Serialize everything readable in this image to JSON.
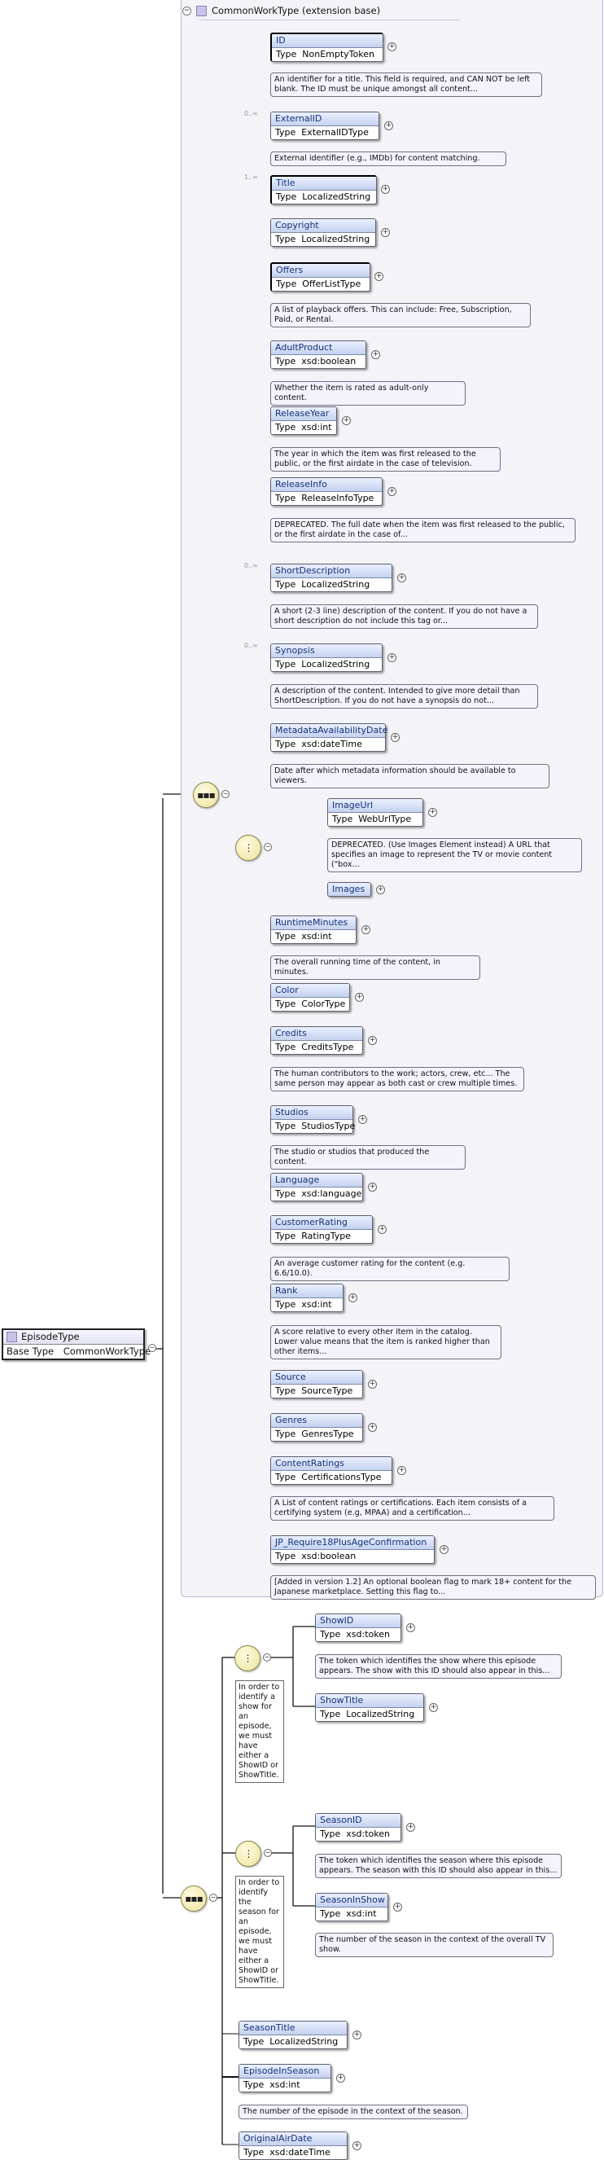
{
  "root": {
    "name": "EpisodeType",
    "base_label": "Base Type",
    "base_type": "CommonWorkType"
  },
  "group": {
    "title": "CommonWorkType (extension base)"
  },
  "labels": {
    "type": "Type"
  },
  "icons": {
    "root": "complex-type-icon",
    "group": "complex-type-icon",
    "sequence": "sequence-connector-icon",
    "choice": "choice-connector-icon",
    "expand": "plus-expand-icon",
    "collapse": "minus-collapse-icon"
  },
  "connectors": [
    {
      "kind": "sequence",
      "symbol": "▪▪▪"
    },
    {
      "kind": "choice",
      "symbol": "⋮"
    },
    {
      "kind": "choice",
      "symbol": "⋮"
    },
    {
      "kind": "choice",
      "symbol": "⋮"
    },
    {
      "kind": "sequence",
      "symbol": "▪▪▪"
    }
  ],
  "choice_notes": [
    "In order to identify a show for an episode, we must have either a ShowID or ShowTitle.",
    "In order to identify the season for an episode, we must have either a ShowID or ShowTitle."
  ],
  "elements": [
    {
      "name": "ID",
      "type": "NonEmptyToken",
      "doc": "An identifier for a title. This field is required, and CAN NOT be left blank. The ID must be unique amongst all content..."
    },
    {
      "name": "ExternalID",
      "type": "ExternalIDType",
      "card": "0..∞",
      "doc": "External identifier (e.g., IMDb) for content matching."
    },
    {
      "name": "Title",
      "type": "LocalizedString",
      "card": "1..∞",
      "doc": ""
    },
    {
      "name": "Copyright",
      "type": "LocalizedString",
      "doc": ""
    },
    {
      "name": "Offers",
      "type": "OfferListType",
      "doc": "A list of playback offers. This can include: Free, Subscription, Paid, or Rental."
    },
    {
      "name": "AdultProduct",
      "type": "xsd:boolean",
      "doc": "Whether the item is rated as adult-only content."
    },
    {
      "name": "ReleaseYear",
      "type": "xsd:int",
      "doc": "The year in which the item was first released to the public, or the first airdate in the case of television."
    },
    {
      "name": "ReleaseInfo",
      "type": "ReleaseInfoType",
      "doc": "DEPRECATED. The full date when the item was first released to the public, or the first airdate in the case of..."
    },
    {
      "name": "ShortDescription",
      "type": "LocalizedString",
      "card": "0..∞",
      "doc": "A short (2-3 line) description of the content. If you do not have a short description do not include this tag or..."
    },
    {
      "name": "Synopsis",
      "type": "LocalizedString",
      "card": "0..∞",
      "doc": "A description of the content. Intended to give more detail than ShortDescription. If you do not have a synopsis do not..."
    },
    {
      "name": "MetadataAvailabilityDate",
      "type": "xsd:dateTime",
      "doc": "Date after which metadata information should be available to viewers."
    },
    {
      "name": "ImageUrl",
      "type": "WebUrlType",
      "doc": "DEPRECATED. (Use Images Element instead) A URL that specifies an image to represent the TV or movie content (\"box..."
    },
    {
      "name": "Images",
      "type": "",
      "doc": ""
    },
    {
      "name": "RuntimeMinutes",
      "type": "xsd:int",
      "doc": "The overall running time of the content, in minutes."
    },
    {
      "name": "Color",
      "type": "ColorType",
      "doc": ""
    },
    {
      "name": "Credits",
      "type": "CreditsType",
      "doc": "The human contributors to the work; actors, crew, etc... The same person may appear as both cast or crew multiple times."
    },
    {
      "name": "Studios",
      "type": "StudiosType",
      "doc": "The studio or studios that produced the content."
    },
    {
      "name": "Language",
      "type": "xsd:language",
      "doc": ""
    },
    {
      "name": "CustomerRating",
      "type": "RatingType",
      "doc": "An average customer rating for the content (e.g. 6.6/10.0)."
    },
    {
      "name": "Rank",
      "type": "xsd:int",
      "doc": "A score relative to every other item in the catalog. Lower value means that the item is ranked higher than other items..."
    },
    {
      "name": "Source",
      "type": "SourceType",
      "doc": ""
    },
    {
      "name": "Genres",
      "type": "GenresType",
      "doc": ""
    },
    {
      "name": "ContentRatings",
      "type": "CertificationsType",
      "doc": "A List of content ratings or certifications. Each item consists of a certifying system (e.g, MPAA) and a certification..."
    },
    {
      "name": "JP_Require18PlusAgeConfirmation",
      "type": "xsd:boolean",
      "doc": "[Added in version 1.2] An optional boolean flag to mark 18+ content for the Japanese marketplace. Setting this flag to..."
    },
    {
      "name": "ShowID",
      "type": "xsd:token",
      "doc": "The token which identifies the show where this episode appears. The show with this ID should also appear in this..."
    },
    {
      "name": "ShowTitle",
      "type": "LocalizedString",
      "doc": ""
    },
    {
      "name": "SeasonID",
      "type": "xsd:token",
      "doc": "The token which identifies the season where this episode appears. The season with this ID should also appear in this..."
    },
    {
      "name": "SeasonInShow",
      "type": "xsd:int",
      "doc": "The number of the season in the context of the overall TV show."
    },
    {
      "name": "SeasonTitle",
      "type": "LocalizedString",
      "doc": ""
    },
    {
      "name": "EpisodeInSeason",
      "type": "xsd:int",
      "doc": "The number of the episode in the context of the season."
    },
    {
      "name": "OriginalAirDate",
      "type": "xsd:dateTime",
      "doc": ""
    }
  ]
}
